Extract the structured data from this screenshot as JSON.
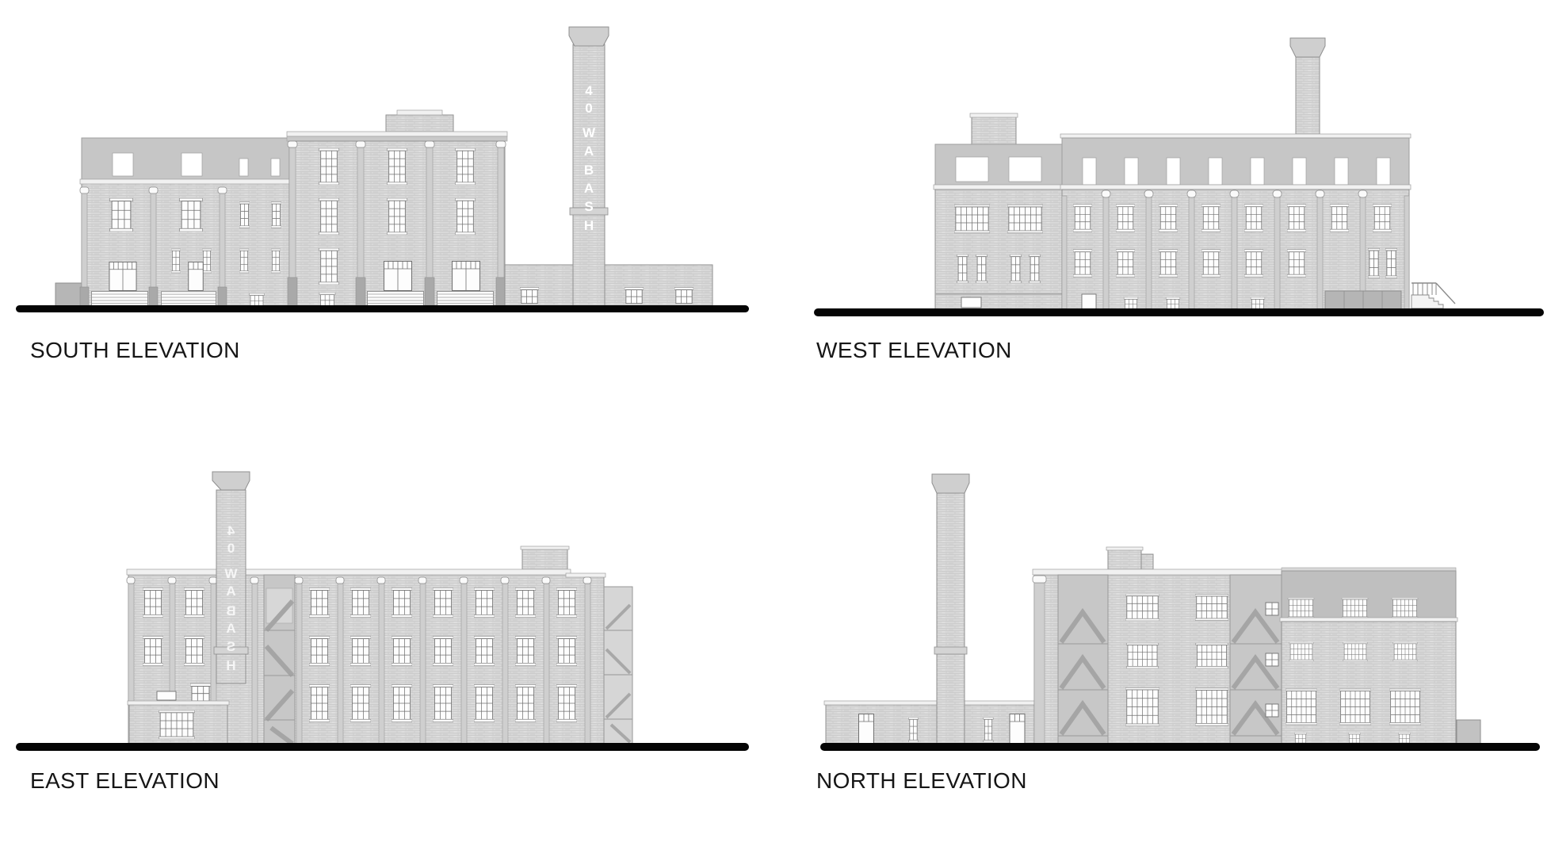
{
  "sheet": {
    "background": "#ffffff"
  },
  "elevations": [
    {
      "id": "south",
      "label": "SOUTH ELEVATION"
    },
    {
      "id": "west",
      "label": "WEST ELEVATION"
    },
    {
      "id": "east",
      "label": "EAST ELEVATION"
    },
    {
      "id": "north",
      "label": "NORTH ELEVATION"
    }
  ],
  "chimney_sign": {
    "text": "40 WABASH",
    "letters": [
      "4",
      "0",
      "W",
      "A",
      "B",
      "A",
      "S",
      "H"
    ]
  },
  "colors": {
    "brick": "#d8d8d8",
    "parapet": "#c6c6c6",
    "dark_parapet": "#bfbfbf",
    "outline": "#8f8f8f",
    "ground_line": "#050505",
    "label_text": "#161616",
    "sign_text": "#ffffff"
  }
}
